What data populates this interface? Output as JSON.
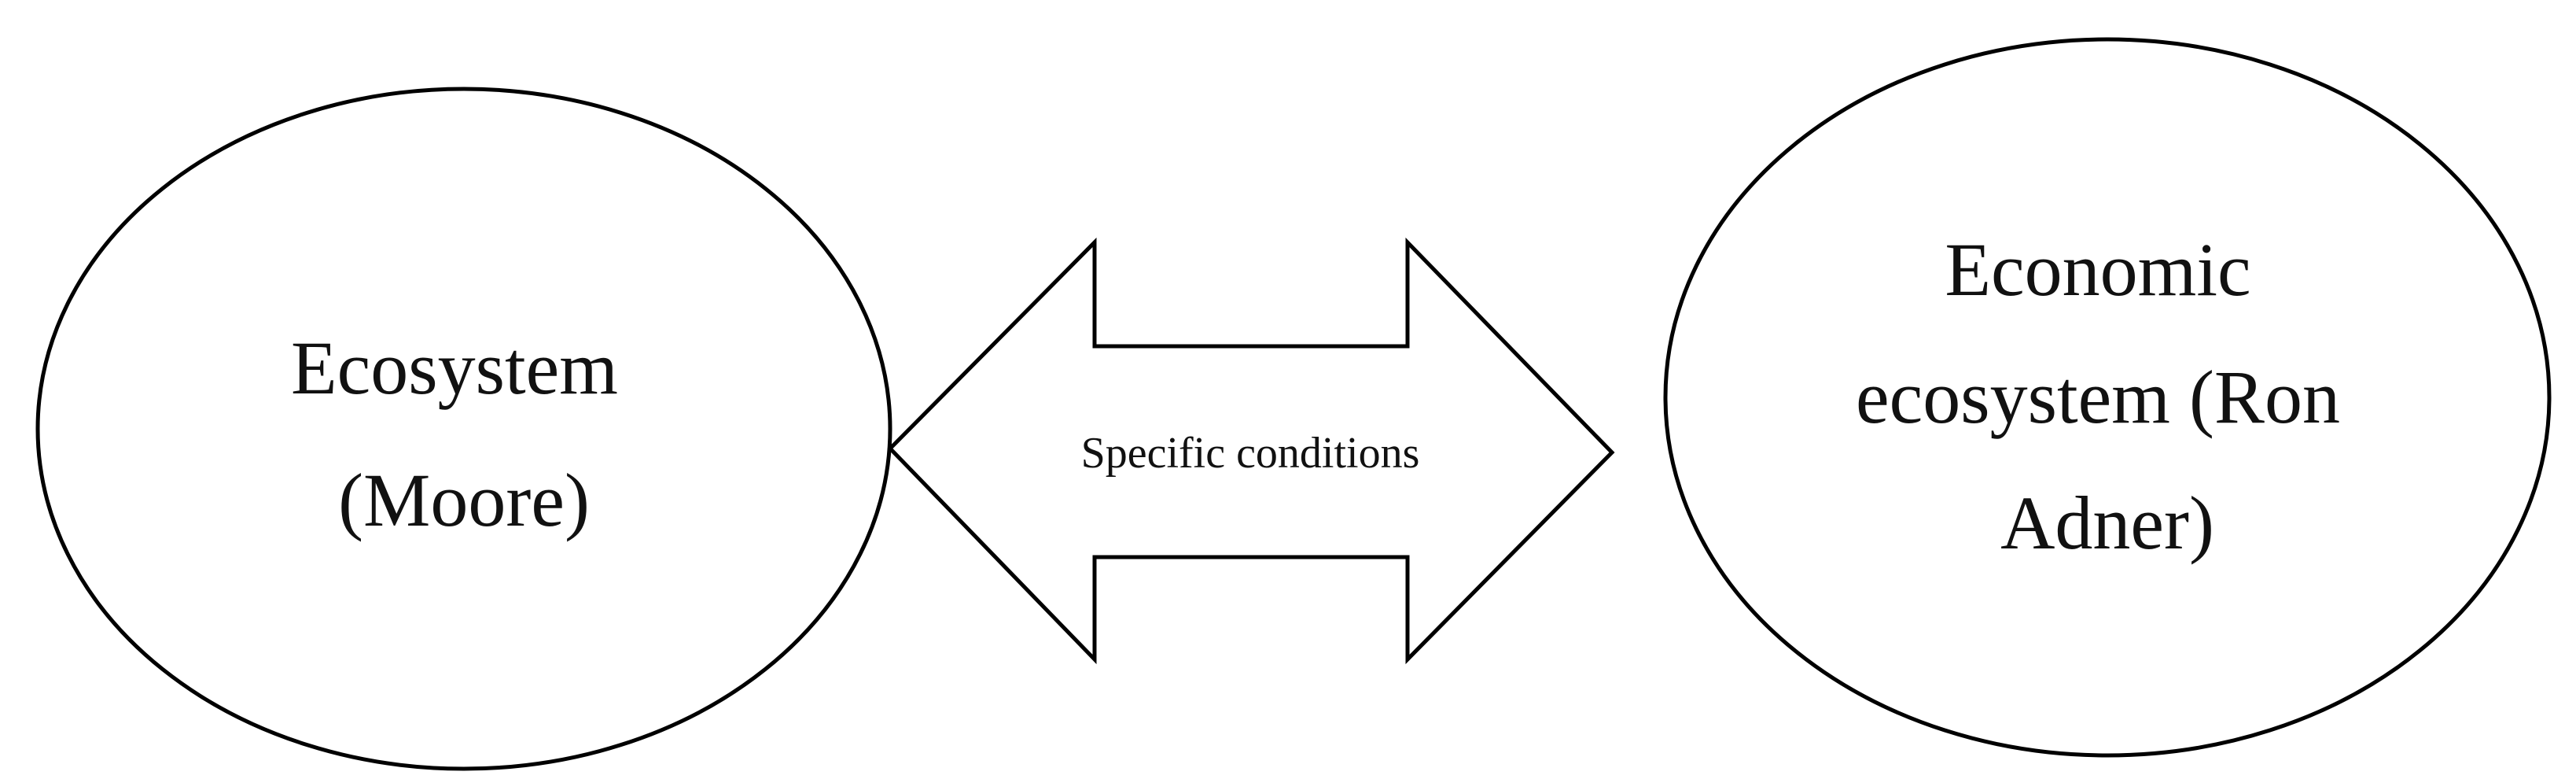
{
  "diagram": {
    "left_node": {
      "lines": [
        "Ecosystem",
        "(Moore)"
      ]
    },
    "right_node": {
      "lines": [
        "Economic",
        "ecosystem (Ron",
        "Adner)"
      ]
    },
    "connector": {
      "label": "Specific conditions",
      "direction": "bidirectional"
    },
    "colors": {
      "stroke": "#000000",
      "fill": "#ffffff",
      "text": "#111111"
    }
  }
}
